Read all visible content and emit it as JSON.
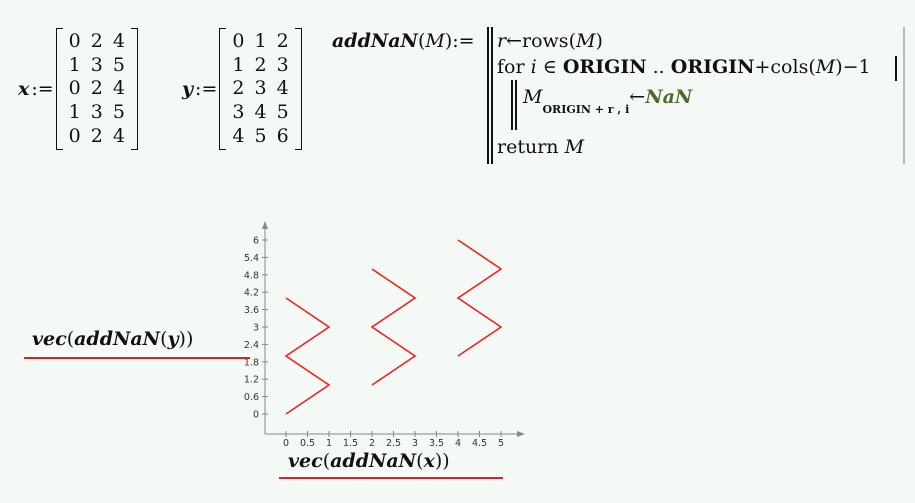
{
  "x_def": {
    "name": "x",
    "assign": ":=",
    "rows": [
      [
        "0",
        "2",
        "4"
      ],
      [
        "1",
        "3",
        "5"
      ],
      [
        "0",
        "2",
        "4"
      ],
      [
        "1",
        "3",
        "5"
      ],
      [
        "0",
        "2",
        "4"
      ]
    ]
  },
  "y_def": {
    "name": "y",
    "assign": ":=",
    "rows": [
      [
        "0",
        "1",
        "2"
      ],
      [
        "1",
        "2",
        "3"
      ],
      [
        "2",
        "3",
        "4"
      ],
      [
        "3",
        "4",
        "5"
      ],
      [
        "4",
        "5",
        "6"
      ]
    ]
  },
  "program": {
    "header": "addNaN",
    "param": "M",
    "assign": ":=",
    "line1": {
      "var": "r",
      "arrow": "←",
      "func": "rows",
      "arg": "M"
    },
    "line2": {
      "kw": "for",
      "var": "i",
      "in": "∈",
      "origin1": "ORIGIN",
      "range": "..",
      "origin2": "ORIGIN",
      "plus": "+",
      "func": "cols",
      "arg": "M",
      "minus": "−1"
    },
    "line3": {
      "var": "M",
      "sub": "ORIGIN + r , i",
      "arrow": "←",
      "value": "NaN"
    },
    "line4": {
      "kw": "return",
      "var": "M"
    }
  },
  "y_axis_expr": {
    "fn1": "vec",
    "fn2": "addNaN",
    "arg": "y"
  },
  "x_axis_expr": {
    "fn1": "vec",
    "fn2": "addNaN",
    "arg": "x"
  },
  "chart_data": {
    "type": "line",
    "x_ticks": [
      "0",
      "0.5",
      "1",
      "1.5",
      "2",
      "2.5",
      "3",
      "3.5",
      "4",
      "4.5",
      "5"
    ],
    "y_ticks": [
      "0",
      "0.6",
      "1.2",
      "1.8",
      "2.4",
      "3",
      "3.6",
      "4.2",
      "4.8",
      "5.4",
      "6"
    ],
    "xlim": [
      0,
      5
    ],
    "ylim": [
      0,
      6
    ],
    "line_color": "#ee2222",
    "segments": [
      {
        "x": [
          0,
          1,
          0,
          1,
          0
        ],
        "y": [
          0,
          1,
          2,
          3,
          4
        ]
      },
      {
        "x": [
          2,
          3,
          2,
          3,
          2
        ],
        "y": [
          1,
          2,
          3,
          4,
          5
        ]
      },
      {
        "x": [
          4,
          5,
          4,
          5,
          4
        ],
        "y": [
          2,
          3,
          4,
          5,
          6
        ]
      }
    ]
  }
}
